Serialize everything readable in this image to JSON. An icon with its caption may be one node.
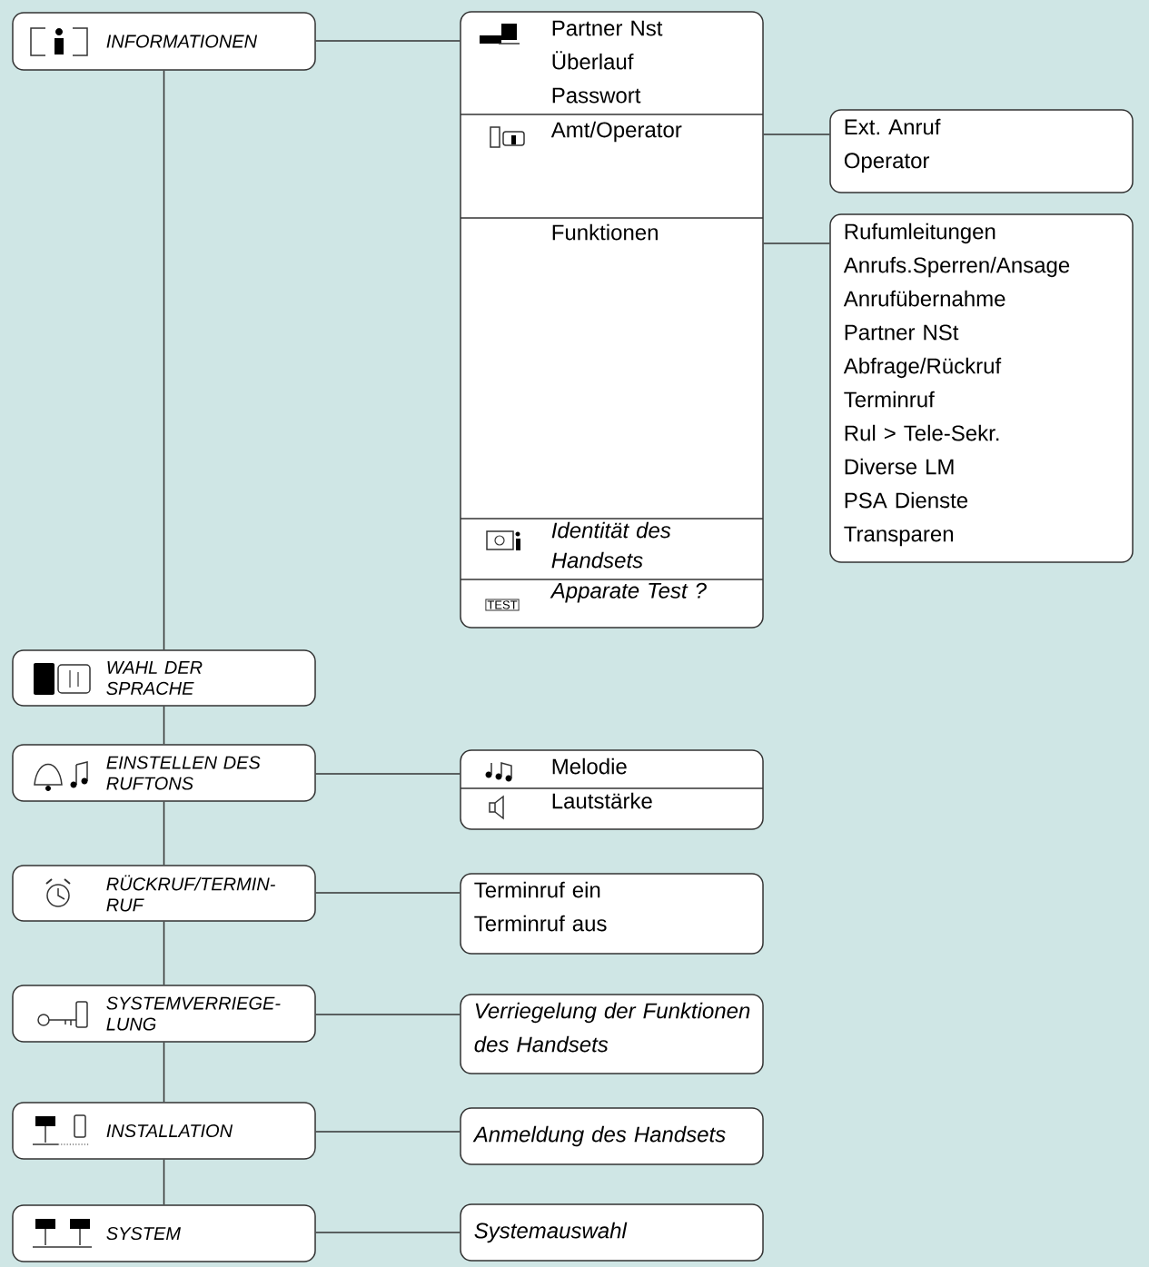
{
  "diagram": {
    "nodes": [
      {
        "text": [
          "INFORMATIONEN"
        ]
      },
      {
        "text": [
          "WAHL DER SPRACHE"
        ]
      },
      {
        "text": [
          "EINSTELLEN DES RUFTONS"
        ]
      },
      {
        "text": [
          "RÜCKRUF/TERMIN-RUF"
        ]
      },
      {
        "text": [
          "SYSTEMVERRIEGE-LUNG"
        ]
      },
      {
        "text": [
          "INSTALLATION"
        ]
      },
      {
        "text": [
          "SYSTEM"
        ]
      },
      {
        "text": [],
        "shape": "box"
      },
      {
        "text": [
          "Partner Nst",
          "Überlauf",
          "Passwort"
        ],
        "in": 7
      },
      {
        "text": [
          "Amt/Operator"
        ],
        "in": 7
      },
      {
        "text": [
          "Funktionen"
        ],
        "in": 7
      },
      {
        "text": [
          "Identität des Handsets"
        ],
        "in": 7
      },
      {
        "text": [
          "TEST",
          "Apparate Test ?"
        ],
        "in": 7
      },
      {
        "text": [
          "Ext. Anruf",
          "Operator"
        ]
      },
      {
        "text": [
          "Rufumleitungen",
          "Anrufs.Sperren/Ansage",
          "Anrufübernahme",
          "Partner NSt",
          "Abfrage/Rückruf",
          "Terminruf",
          "Rul > Tele-Sekr.",
          "Diverse LM",
          "PSA Dienste",
          "Transparen"
        ]
      },
      {
        "text": [],
        "shape": "box"
      },
      {
        "text": [
          "Melodie"
        ],
        "in": 15
      },
      {
        "text": [
          "Lautstärke"
        ],
        "in": 15
      },
      {
        "text": [
          "Terminruf ein",
          "Terminruf aus"
        ]
      },
      {
        "text": [
          "Verriegelung der Funktionen des Handsets"
        ]
      },
      {
        "text": [
          "Anmeldung des Handsets"
        ]
      },
      {
        "text": [
          "Systemauswahl"
        ]
      }
    ],
    "edges": [
      {
        "from": 0,
        "to": 1,
        "arrow": "none"
      },
      {
        "from": 1,
        "to": 2,
        "arrow": "none"
      },
      {
        "from": 2,
        "to": 3,
        "arrow": "none"
      },
      {
        "from": 3,
        "to": 4,
        "arrow": "none"
      },
      {
        "from": 4,
        "to": 5,
        "arrow": "none"
      },
      {
        "from": 5,
        "to": 6,
        "arrow": "none"
      },
      {
        "from": 0,
        "to": 7,
        "arrow": "none"
      },
      {
        "from": 9,
        "to": 13,
        "arrow": "none"
      },
      {
        "from": 10,
        "to": 14,
        "arrow": "none"
      },
      {
        "from": 2,
        "to": 15,
        "arrow": "none"
      },
      {
        "from": 3,
        "to": 18,
        "arrow": "none"
      },
      {
        "from": 4,
        "to": 19,
        "arrow": "none"
      },
      {
        "from": 5,
        "to": 20,
        "arrow": "none"
      },
      {
        "from": 6,
        "to": 21,
        "arrow": "none"
      }
    ]
  }
}
